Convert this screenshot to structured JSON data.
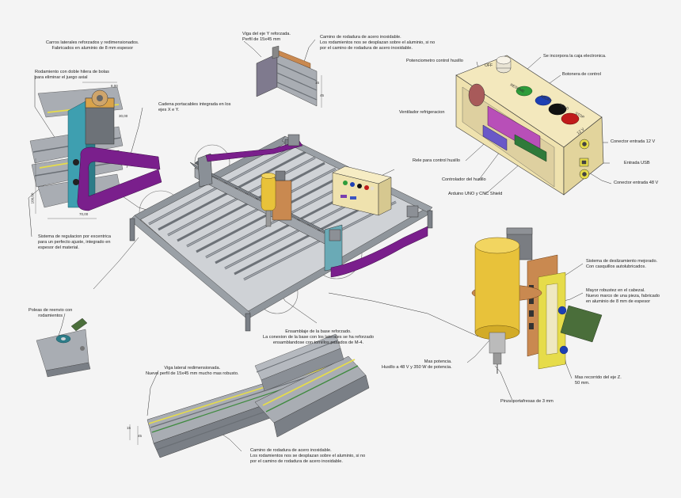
{
  "labels": {
    "carros": "Carros laterales reforzados y redimensionados.\nFabricados en aluminio de 8 mm espesor",
    "rodamiento_doble": "Rodamiento con doble hilera de bolas\npara eliminar el juego axial",
    "cadena": "Cadena portacables integrada en los\nejes X e Y.",
    "sistema_regulacion": "Sistema de regulacion por excentrica\npara un perfecto ajuste, integrado en\nespesor del material.",
    "poleas": "Poleas de reenvio con\nrodamientos",
    "viga_y": "Viga del eje Y reforzada.\nPerfil de 15x45 mm",
    "camino_top": "Camino de rodadura de acero inoxidable.\nLos rodamientos nos se desplazan sobre el aluminio, si no\npor el camino de rodadura de acero inoxidable.",
    "potenciometro": "Potenciometro control husillo",
    "caja": "Se incorpora la caja electronica.",
    "botonera": "Botonera de control",
    "ventilador": "Ventilador refrigeracion",
    "conector12": "Conector entrada 12 V",
    "usb": "Entrada USB",
    "conector48": "Conector entrada 48 V",
    "rele": "Rele para control husillo",
    "controlador": "Controlador del husillo",
    "arduino": "Arduino UNO y CNC Shield",
    "deslizamiento": "Sistema de deslizamiento mejorado.\nCon casquillos autolubricados.",
    "robustez": "Mayor robustez en el cabezal.\nNuevo marco de una pieza, fabricado\nen aluminio de 8 mm de espesor",
    "recorrido": "Mas recorrido del eje Z.\n50 mm.",
    "mas_potencia": "Mas potencia.\nHusillo a 48 V y 350 W de potencia.",
    "pinza": "Pinza portafresas de 3 mm",
    "ensamblaje": "Ensamblaje de la base reforzado.\nLa conexion de la base con los laterales se ha reforzado\nensamblandose con tornillos pasados de M-4.",
    "viga_lateral": "Viga lateral redimensionada.\nNuevo perfil de 15x45 mm mucho mas robusto.",
    "camino_bottom": "Camino de rodadura de acero inoxidable.\nLos rodamientos nos se desplazan sobre el aluminio, si no\npor el camino de rodadura de acero inoxidable."
  },
  "dimensions": {
    "d1": "8,00",
    "d2": "100,00",
    "d3": "30,00",
    "d4": "70,00",
    "d5": "15",
    "d6": "45",
    "d7": "15",
    "d8": "45"
  },
  "box_buttons": {
    "resume": "RESUME",
    "abort": "ABORT",
    "hold": "HOLD",
    "stop": "STOP",
    "v12": "12 V",
    "off": "OFF"
  },
  "colors": {
    "aluminum": "#a9adb3",
    "chain": "#7a1f8c",
    "box": "#efe2ae",
    "spindle": "#e8c23a",
    "bracket": "#c98950",
    "plate_blue": "#3e9fb0",
    "rail": "#e6dc4a"
  }
}
